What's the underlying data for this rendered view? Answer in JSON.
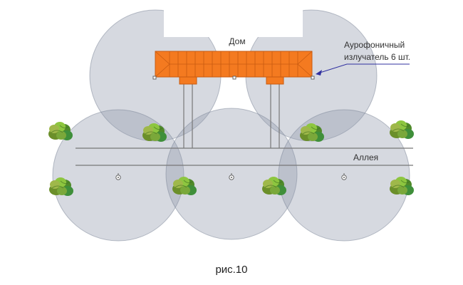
{
  "labels": {
    "house": "Дом",
    "emitter_line1": "Аурофоничный",
    "emitter_line2": "излучатель  6 шт.",
    "alley": "Аллея"
  },
  "caption": "рис.10",
  "colors": {
    "roof": "#f47a20",
    "roof_stroke": "#c85a10",
    "coverage_fill": "#8c96aa",
    "coverage_stroke": "#7a8496",
    "alley_line": "#777777",
    "callout_line": "#3030a0",
    "bush_dark": "#4f8a2a",
    "bush_light": "#8dc63f",
    "bush_mid": "#6aa535"
  },
  "icons": [
    "bush-icon",
    "emitter-icon"
  ]
}
